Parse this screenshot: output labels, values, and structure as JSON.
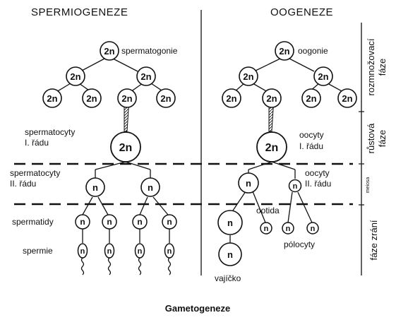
{
  "headers": {
    "left": "SPERMIOGENEZE",
    "right": "OOGENEZE"
  },
  "caption": "Gametogeneze",
  "phases": {
    "multiplication_line1": "rozmnožovací",
    "multiplication_line2": "fáze",
    "growth_line1": "růstová",
    "growth_line2": "fáze",
    "meiosis": "meiosa",
    "maturation": "fáze zrání"
  },
  "labels": {
    "spermatogonie": "spermatogonie",
    "oogonie": "oogonie",
    "spermatocyty_1_a": "spermatocyty",
    "spermatocyty_1_b": "I. řádu",
    "oocyty_1_a": "oocyty",
    "oocyty_1_b": "I. řádu",
    "spermatocyty_2_a": "spermatocyty",
    "spermatocyty_2_b": "II. řádu",
    "oocyty_2_a": "oocyty",
    "oocyty_2_b": "II. řádu",
    "spermatidy": "spermatidy",
    "ootida": "ootida",
    "spermie": "spermie",
    "polocyty": "pólocyty",
    "vajicko": "vajíčko"
  },
  "ploidy": {
    "diploid": "2n",
    "haploid": "n"
  }
}
